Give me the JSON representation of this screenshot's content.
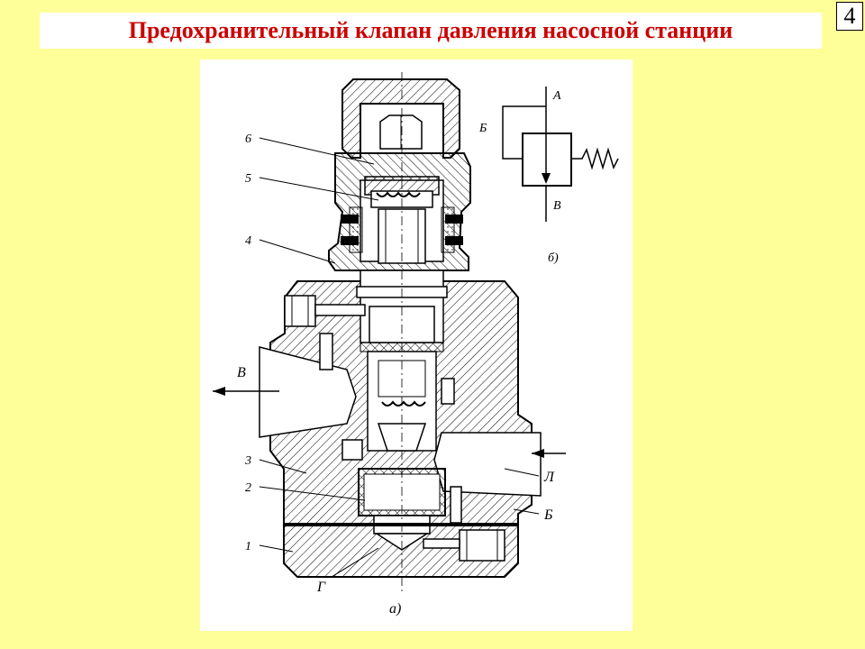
{
  "slide": {
    "title": "Предохранительный клапан давления насосной станции",
    "number": "4"
  },
  "figure": {
    "part_labels": [
      "6",
      "5",
      "4",
      "3",
      "2",
      "1"
    ],
    "port_labels": {
      "v": "В",
      "l": "Л",
      "b": "Б",
      "g": "Г"
    },
    "caption_a": "а)",
    "symbol": {
      "a": "А",
      "b": "Б",
      "v": "В",
      "caption": "б)"
    }
  }
}
